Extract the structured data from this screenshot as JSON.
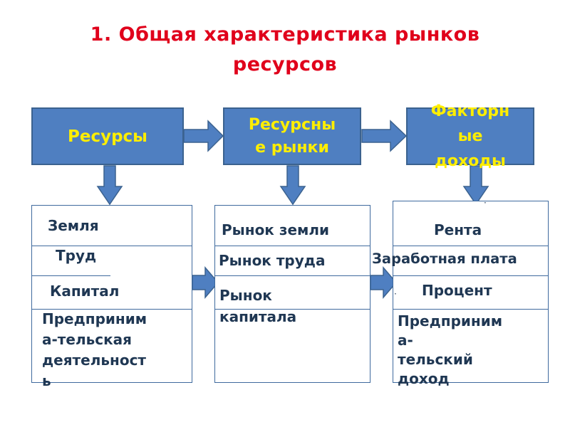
{
  "title": {
    "line1": "1. Общая характеристика рынков",
    "line2": "ресурсов"
  },
  "header": {
    "resources": "Ресурсы",
    "markets_line1": "Ресурсны",
    "markets_line2": "е рынки",
    "income_line1": "Факторн",
    "income_line2": "ые",
    "income_line3": "доходы"
  },
  "left_column": {
    "land": "Земля",
    "labor": "Труд",
    "capital": "Капитал",
    "entrepreneurship_line1": "Предприним",
    "entrepreneurship_line2": "а-тельская",
    "entrepreneurship_line3": "деятельност",
    "entrepreneurship_line4": "ь"
  },
  "middle_column": {
    "land_market": "Рынок земли",
    "labor_market": "Рынок труда",
    "capital_market_line1": "Рынок",
    "capital_market_line2": "капитала"
  },
  "right_column": {
    "rent": "Рента",
    "wages": "Заработная плата",
    "interest": "Процент",
    "entrepreneurial_income_line1": "Предприним",
    "entrepreneurial_income_line2": "а-",
    "entrepreneurial_income_line3": "тельский",
    "entrepreneurial_income_line4": "доход"
  },
  "colors": {
    "title": "#e0001b",
    "box_fill": "#4f7fc1",
    "box_text": "#ffee00",
    "body_text": "#1f3753",
    "arrow_fill": "#4f7fc1",
    "arrow_stroke": "#3b628f"
  }
}
